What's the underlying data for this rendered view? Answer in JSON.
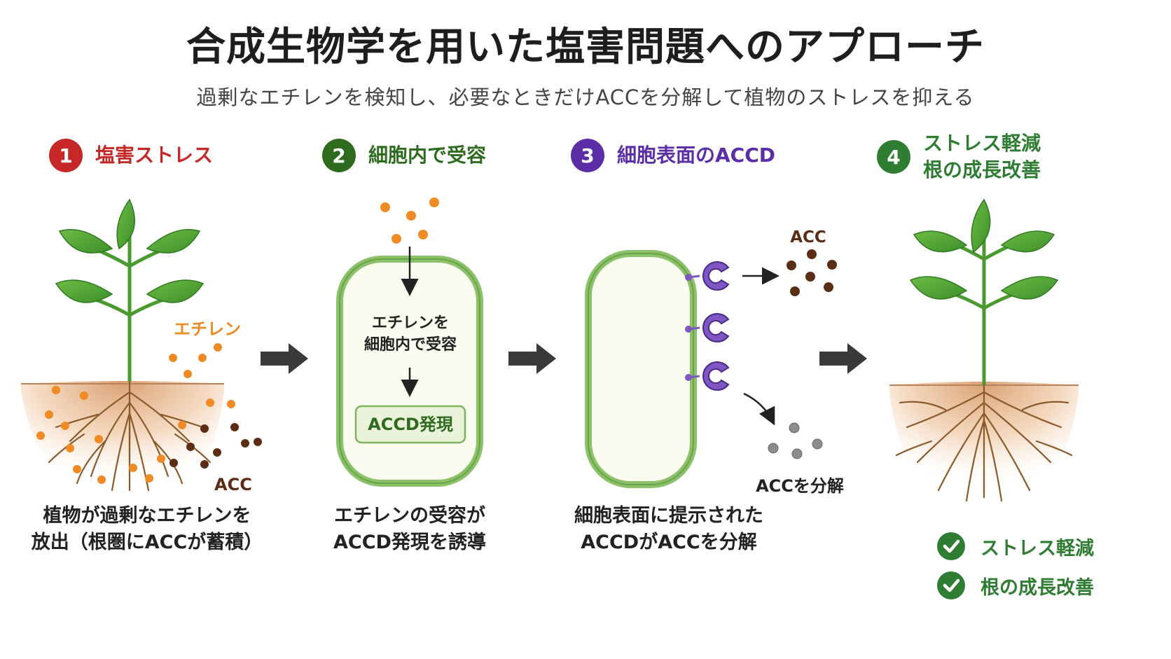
{
  "title": "合成生物学を用いた塩害問題へのアプローチ",
  "subtitle": "過剰なエチレンを検知し、必要なときだけACCを分解して植物のストレスを抑える",
  "steps": [
    {
      "number": "1",
      "heading": [
        "塩害ストレス"
      ],
      "color": "#c62828",
      "caption": [
        "植物が過剰なエチレンを",
        "放出（根圏にACCが蓄積）"
      ]
    },
    {
      "number": "2",
      "heading": [
        "細胞内で受容"
      ],
      "color": "#2e6b1f",
      "caption": [
        "エチレンの受容が",
        "ACCD発現を誘導"
      ]
    },
    {
      "number": "3",
      "heading": [
        "細胞表面のACCD"
      ],
      "color": "#5b2da6",
      "caption": [
        "細胞表面に提示された",
        "ACCDがACCを分解"
      ]
    },
    {
      "number": "4",
      "heading": [
        "ストレス軽減",
        "根の成長改善"
      ],
      "color": "#2e7d32",
      "caption": []
    }
  ],
  "labels": {
    "ethylene": "エチレン",
    "acc_soil": "ACC",
    "cell_receive": [
      "エチレンを",
      "細胞内で受容"
    ],
    "accd_expression": "ACCD発現",
    "acc_free": "ACC",
    "acc_degraded": "ACCを分解"
  },
  "results": [
    "ストレス軽減",
    "根の成長改善"
  ],
  "colors": {
    "ethylene_dot": "#f08a24",
    "acc_dot": "#5a2d14",
    "degraded_dot": "#8c8c8c",
    "cell_fill": "#fafcf0",
    "cell_stroke": "#8bc168",
    "enzyme": "#7e57c2",
    "arrow": "#3a3a3a"
  }
}
